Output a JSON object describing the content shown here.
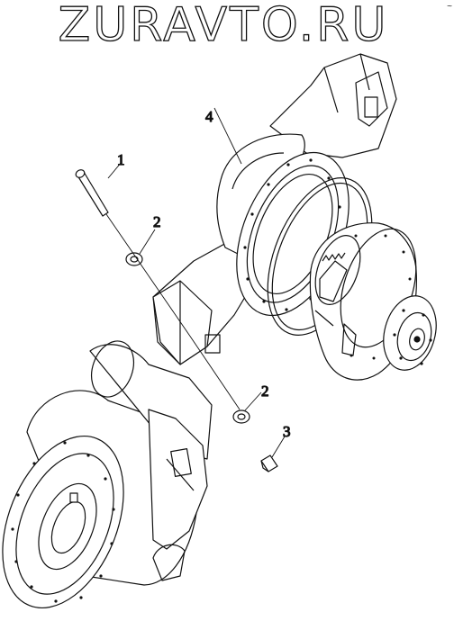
{
  "watermark": "ZURAVTO.RU",
  "corner_mark": "~",
  "callouts": {
    "pin": "1",
    "washer_upper": "2",
    "washer_lower": "2",
    "fitting": "3",
    "axle_housing": "4"
  },
  "colors": {
    "line": "#111111",
    "background": "#ffffff"
  }
}
